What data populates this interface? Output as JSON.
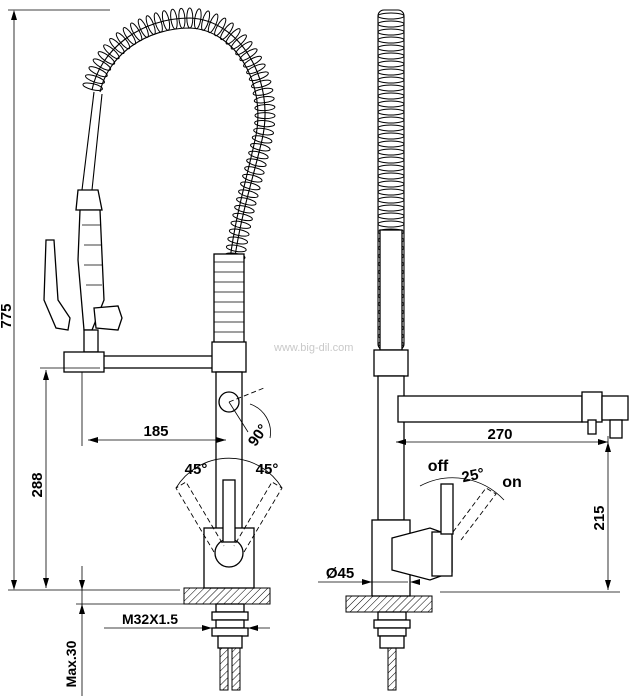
{
  "watermark": "www.big-dil.com",
  "dimensions": {
    "overall_height": "775",
    "spout_height": "288",
    "reach_left": "185",
    "swivel_angle": "90°",
    "left_angle": "45°",
    "right_angle": "45°",
    "thread": "M32X1.5",
    "max_thickness": "Max.30",
    "reach_right": "270",
    "outlet_height": "215",
    "diameter": "Ø45"
  },
  "lever_labels": {
    "off": "off",
    "on": "on",
    "lever_angle": "25°"
  }
}
